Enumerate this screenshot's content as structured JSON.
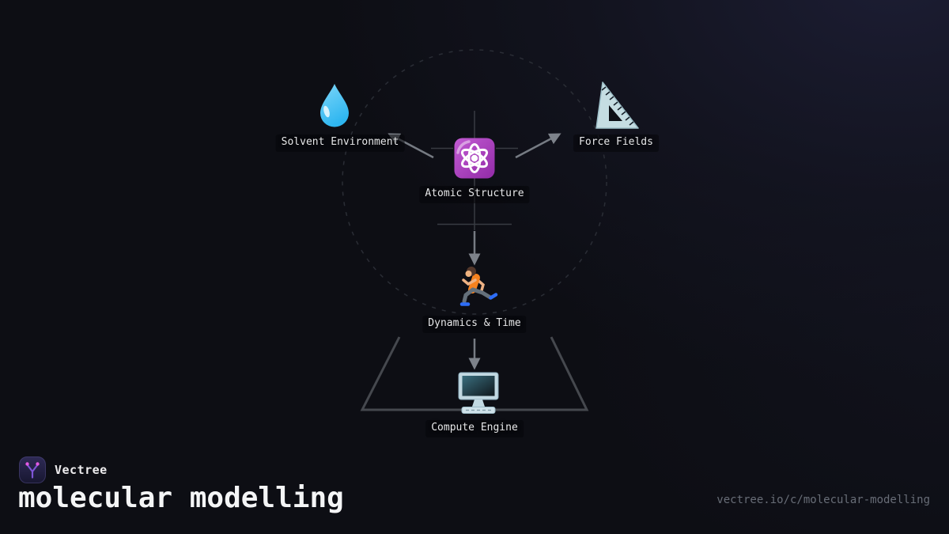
{
  "diagram": {
    "nodes": [
      {
        "id": "solvent-environment",
        "label": "Solvent Environment",
        "icon": "water-droplet-icon"
      },
      {
        "id": "force-fields",
        "label": "Force Fields",
        "icon": "triangular-ruler-icon"
      },
      {
        "id": "atomic-structure",
        "label": "Atomic Structure",
        "icon": "atom-icon"
      },
      {
        "id": "dynamics-time",
        "label": "Dynamics & Time",
        "icon": "runner-icon"
      },
      {
        "id": "compute-engine",
        "label": "Compute Engine",
        "icon": "desktop-computer-icon"
      }
    ],
    "edges": [
      {
        "from": "atomic-structure",
        "to": "solvent-environment"
      },
      {
        "from": "atomic-structure",
        "to": "force-fields"
      },
      {
        "from": "atomic-structure",
        "to": "dynamics-time"
      },
      {
        "from": "dynamics-time",
        "to": "compute-engine"
      }
    ],
    "colors": {
      "arrow": "#767b83",
      "guide_line": "#383b42",
      "dashed_circle": "#2a2d35",
      "funnel_outline": "#45484e",
      "label_text": "#e7e8ea",
      "atom_tile_purple": "#a743ba",
      "droplet_blue": "#45bff2",
      "ruler_blue_gray": "#c5dde2",
      "shirt_orange": "#f6821f",
      "shoe_blue": "#2d6df6",
      "screen_teal": "#2e5a66"
    }
  },
  "footer": {
    "brand_name": "Vectree",
    "title": "molecular modelling",
    "url": "vectree.io/c/molecular-modelling",
    "logo": {
      "icon": "vectree-branch-icon",
      "tile_color": "#262347",
      "branch_color": "#7c4fd0",
      "dot_color": "#e359e3"
    }
  }
}
